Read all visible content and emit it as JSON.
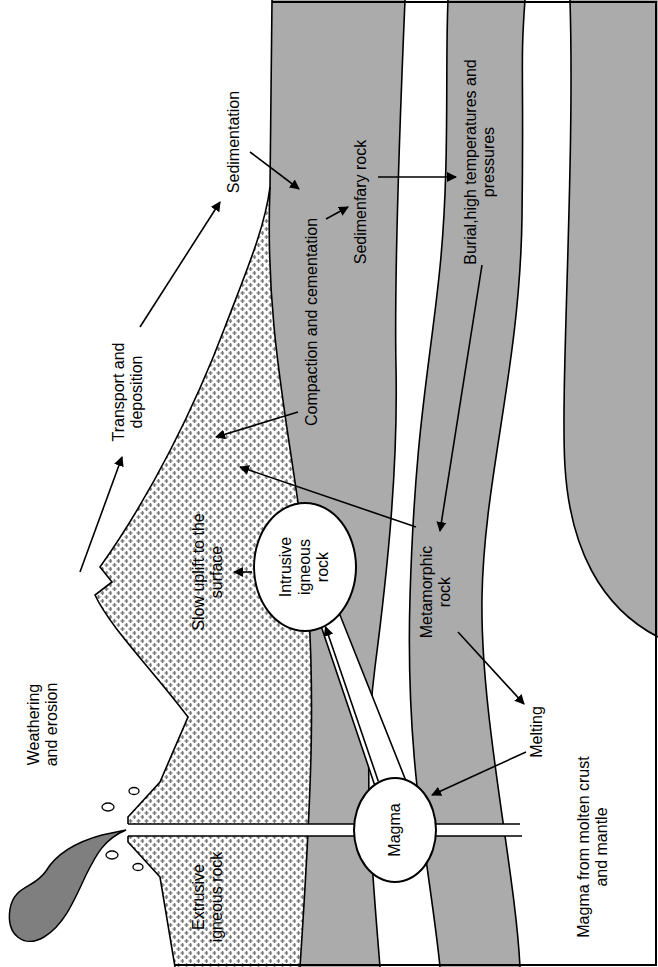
{
  "diagram": {
    "nodes": [
      {
        "text": [
          "Intrusive igneous rock"
        ]
      },
      {
        "text": [
          "Magma"
        ]
      }
    ],
    "edges": [
      {
        "from": 1,
        "to": 0,
        "arrow": "to"
      }
    ],
    "labels": [
      "Weathering and erosion",
      "Transport and deposition",
      "Sedimentation",
      "Compaction and cementation",
      "Sedimenfary rock",
      "Burial,high temperatures and pressures",
      "Slow uplift to the surface",
      "Metamorphic rock",
      "Extrusive igneous rock",
      "Melting",
      "Magma from molten crust and mantle"
    ]
  }
}
